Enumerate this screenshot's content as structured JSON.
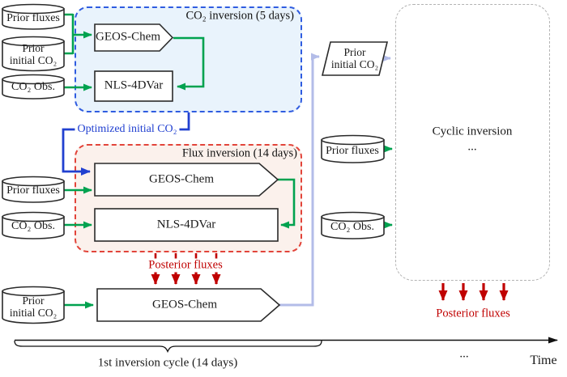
{
  "boxes": {
    "co2_inversion": {
      "label": "CO₂ inversion (5 days)"
    },
    "flux_inversion": {
      "label": "Flux inversion (14 days)"
    },
    "cyclic_inversion": {
      "label": "Cyclic inversion",
      "dots": "..."
    }
  },
  "nodes": {
    "prior_fluxes_top": "Prior fluxes",
    "prior_initial_co2_top": {
      "line1": "Prior",
      "line2": "initial CO₂"
    },
    "co2_obs_top": "CO₂ Obs.",
    "geos_chem_top": "GEOS-Chem",
    "nls_4dvar_top": "NLS-4DVar",
    "prior_fluxes_mid": "Prior fluxes",
    "co2_obs_mid": "CO₂ Obs.",
    "geos_chem_flux": "GEOS-Chem",
    "nls_4dvar_flux": "NLS-4DVar",
    "prior_initial_co2_bottom": {
      "line1": "Prior",
      "line2": "initial CO₂"
    },
    "geos_chem_bottom": "GEOS-Chem",
    "prior_initial_co2_right": {
      "line1": "Prior",
      "line2": "initial CO₂"
    },
    "prior_fluxes_right": "Prior fluxes",
    "co2_obs_right": "CO₂ Obs."
  },
  "labels": {
    "optimized_initial_co2": "Optimized initial CO₂",
    "posterior_fluxes_left": "Posterior fluxes",
    "posterior_fluxes_right": "Posterior fluxes"
  },
  "timeline": {
    "cycle_label": "1st inversion cycle (14 days)",
    "dots": "...",
    "time_label": "Time"
  },
  "colors": {
    "green": "#00a24f",
    "blue": "#2140d0",
    "blue_border": "#2f5ce0",
    "blue_fill": "#e9f3fc",
    "red_border": "#e2443a",
    "red_fill": "#fbf1ec",
    "dark_red": "#c00000",
    "lavender": "#b3bce8",
    "gray_border": "#b3b3b3"
  }
}
